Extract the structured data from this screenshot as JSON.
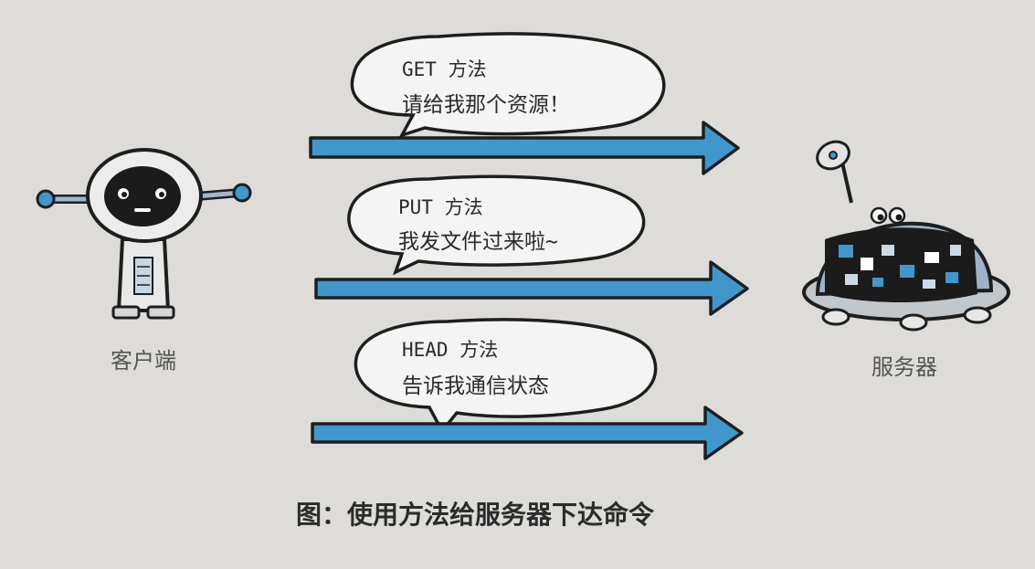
{
  "client_label": "客户端",
  "server_label": "服务器",
  "caption": "图：使用方法给服务器下达命令",
  "messages": [
    {
      "method": "GET 方法",
      "text": "请给我那个资源！"
    },
    {
      "method": "PUT 方法",
      "text": "我发文件过来啦~"
    },
    {
      "method": "HEAD 方法",
      "text": "告诉我通信状态"
    }
  ],
  "colors": {
    "arrow_fill": "#3f97cc",
    "outline": "#1e1e1e",
    "background": "#dedcd9",
    "robot_face": "#1b1b1b",
    "server_dome": "#9db3c9"
  }
}
